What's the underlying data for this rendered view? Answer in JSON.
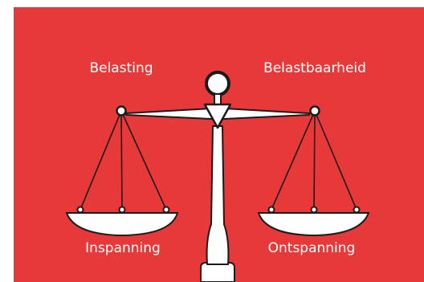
{
  "diagram": {
    "background_color": "#e8393a",
    "line_color": "#1a1a1a",
    "fill_color": "#ffffff",
    "labels": {
      "top_left": "Belasting",
      "top_right": "Belastbaarheid",
      "bottom_left": "Inspanning",
      "bottom_right": "Ontspanning"
    }
  }
}
